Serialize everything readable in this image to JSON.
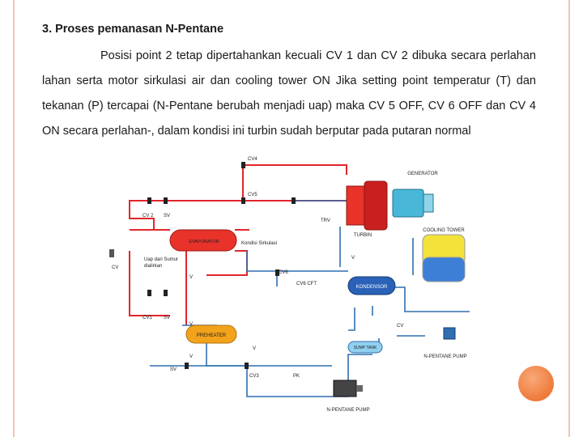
{
  "slide": {
    "heading": "3. Proses pemanasan N-Pentane",
    "paragraph": "Posisi point 2 tetap dipertahankan kecuali CV 1 dan CV 2 dibuka secara perlahan lahan serta motor sirkulasi air dan cooling tower ON Jika setting point temperatur (T) dan tekanan (P) tercapai (N-Pentane berubah menjadi uap) maka CV 5 OFF, CV 6 OFF dan CV 4 ON secara perlahan-, dalam kondisi ini turbin sudah berputar pada putaran normal"
  },
  "diagram": {
    "labels": {
      "cv4": "CV4",
      "cv5": "CV5",
      "cv6": "CV6",
      "cv2": "CV 2",
      "cv1": "CV1",
      "cv3": "CV3",
      "cv": "CV",
      "cv_left": "CV",
      "cv6cft": "CV6 CFT",
      "sv_top": "SV",
      "sv_mid": "SV",
      "sv_bottom": "SV",
      "trv": "TRV",
      "pk": "PK",
      "generator": "GENERATOR",
      "turbin": "TURBIN",
      "cooling_tower": "COOLING TOWER",
      "evaporator": "EVAPORATOR",
      "kondisi_sirkulasi": "Kondisi Sirkulasi",
      "uap_sumur": "Uap dari Sumur",
      "uap_sumur2": "dialirkan",
      "kondensor": "KONDENSOR",
      "preheater": "PREHEATER",
      "sump_tank": "SUMP TANK",
      "pentane_pump": "N-PENTANE PUMP",
      "pentane_pump2": "N-PENTANE PUMP",
      "v_a": "V",
      "v_b": "V",
      "v_c": "V",
      "v_d": "V",
      "v_e": "V"
    },
    "colors": {
      "red_line": "#e0262b",
      "blue_line": "#2f6fb0",
      "evaporator": "#e8322a",
      "preheater": "#f2a21b",
      "kondensor": "#2a62b8",
      "cooling_yellow": "#f3e23a",
      "cooling_blue": "#3d7fd6",
      "accent": "#ef7a3a"
    }
  }
}
